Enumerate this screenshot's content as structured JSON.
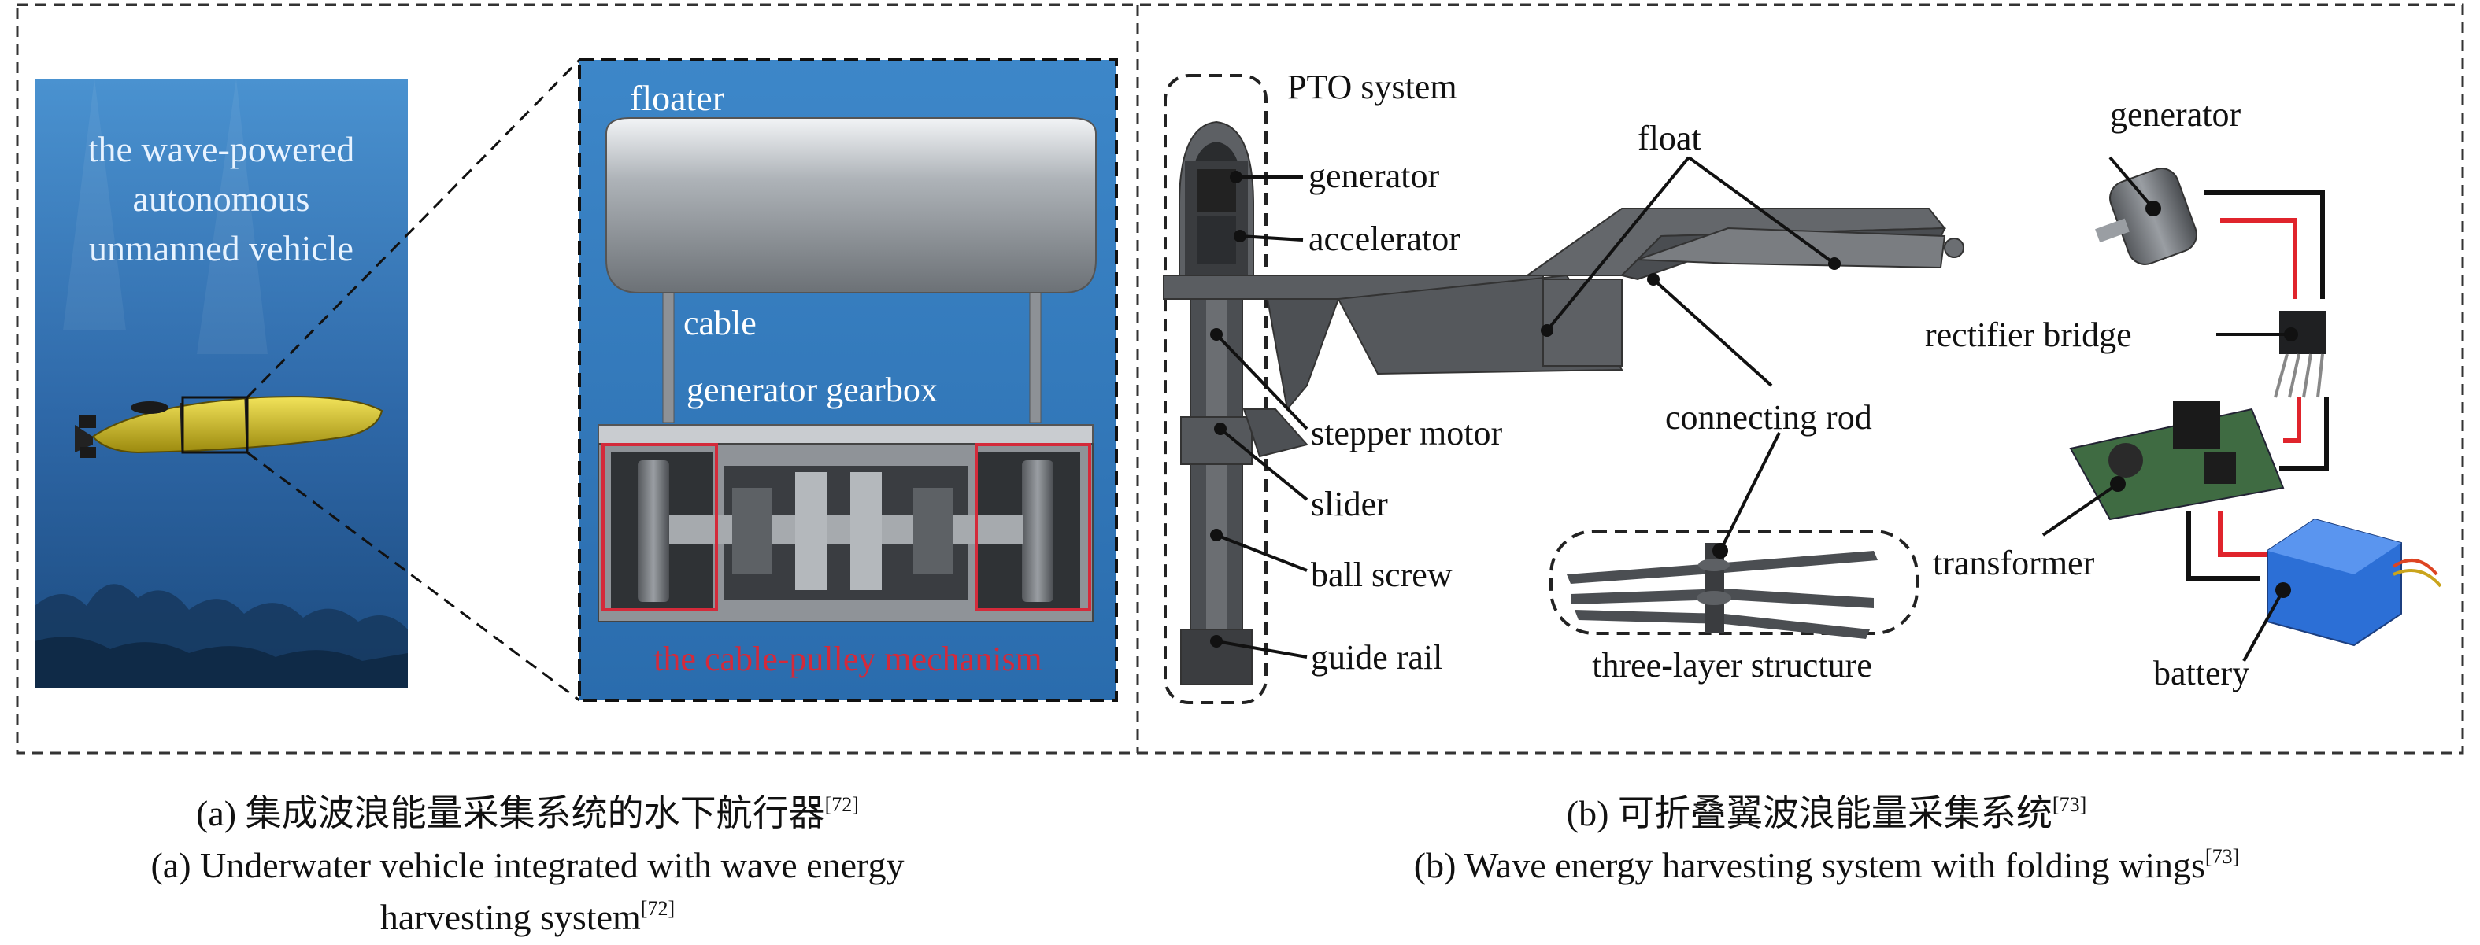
{
  "panel_a": {
    "vehicle_label": [
      "the wave-powered",
      "autonomous",
      "unmanned vehicle"
    ],
    "mechanism_labels": {
      "floater": "floater",
      "cable": "cable",
      "gearbox": "generator gearbox",
      "pulley": "the cable-pulley mechanism"
    }
  },
  "panel_b": {
    "labels": {
      "pto": "PTO system",
      "generator": "generator",
      "accelerator": "accelerator",
      "stepper_motor": "stepper motor",
      "slider": "slider",
      "ball_screw": "ball screw",
      "guide_rail": "guide rail",
      "float": "float",
      "connecting_rod": "connecting rod",
      "three_layer": "three-layer structure",
      "generator_right": "generator",
      "rectifier": "rectifier bridge",
      "transformer": "transformer",
      "battery": "battery"
    }
  },
  "captions": {
    "a_cn": "(a) 集成波浪能量采集系统的水下航行器",
    "a_en_line1": "(a) Underwater vehicle integrated with wave energy",
    "a_en_line2": "harvesting system",
    "a_ref": "[72]",
    "b_cn": "(b) 可折叠翼波浪能量采集系统",
    "b_en": "(b) Wave energy harvesting system with folding wings",
    "b_ref": "[73]"
  },
  "colors": {
    "ocean_top": "#3f86c4",
    "ocean_bottom": "#1f4f86",
    "pulley_red": "#d42a3a",
    "vehicle_yellow": "#d8c21c",
    "wire_red": "#e0242c"
  }
}
